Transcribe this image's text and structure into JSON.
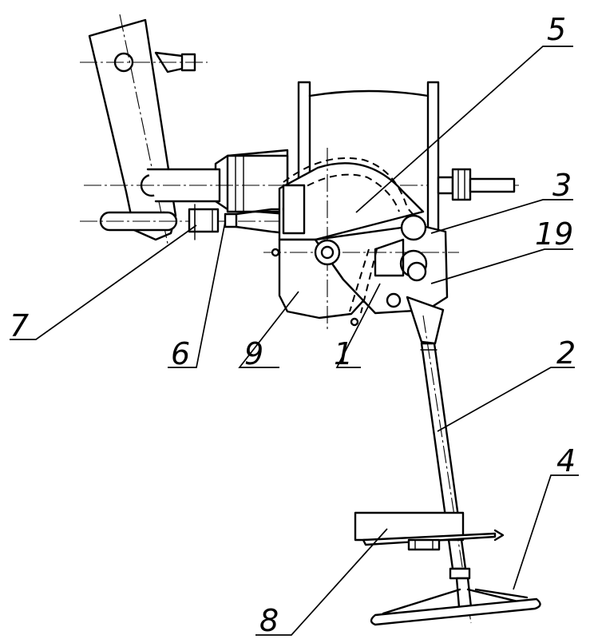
{
  "callouts": {
    "c1": "1",
    "c2": "2",
    "c3": "3",
    "c4": "4",
    "c5": "5",
    "c6": "6",
    "c7": "7",
    "c8": "8",
    "c9": "9",
    "c19": "19"
  }
}
